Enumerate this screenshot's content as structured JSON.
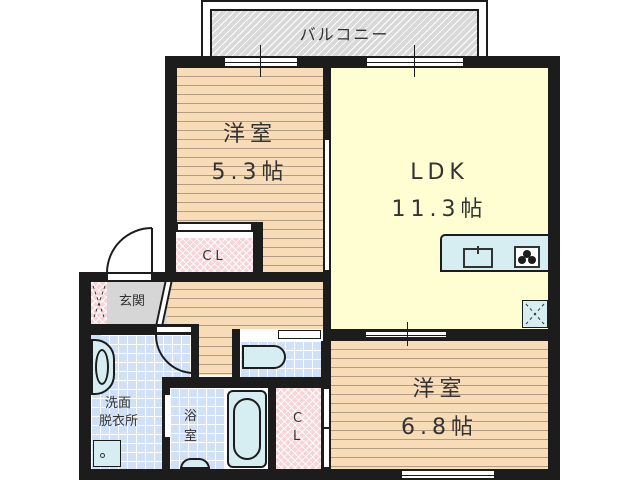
{
  "plan": {
    "balcony": {
      "label": "バルコニー"
    },
    "rooms": [
      {
        "id": "western1",
        "name": "洋室",
        "size": "5.3帖"
      },
      {
        "id": "ldk",
        "name": "LDK",
        "size": "11.3帖"
      },
      {
        "id": "western2",
        "name": "洋室",
        "size": "6.8帖"
      }
    ],
    "closet_label": "CL",
    "closet_label_vertical": [
      "C",
      "L"
    ],
    "entrance": {
      "label": "玄関"
    },
    "washroom": {
      "label_line1": "洗面",
      "label_line2": "脱衣所"
    },
    "bathroom": {
      "label_line1": "浴",
      "label_line2": "室"
    },
    "colors": {
      "wall": "#1c1c1c",
      "wood_floor": "#f8dcb8",
      "ldk_floor": "#fffdd2",
      "tile_floor": "#cfe0f7",
      "closet_floor": "#f7d4d8",
      "balcony": "#d9d9d9",
      "fixture": "#d6eef2"
    }
  }
}
